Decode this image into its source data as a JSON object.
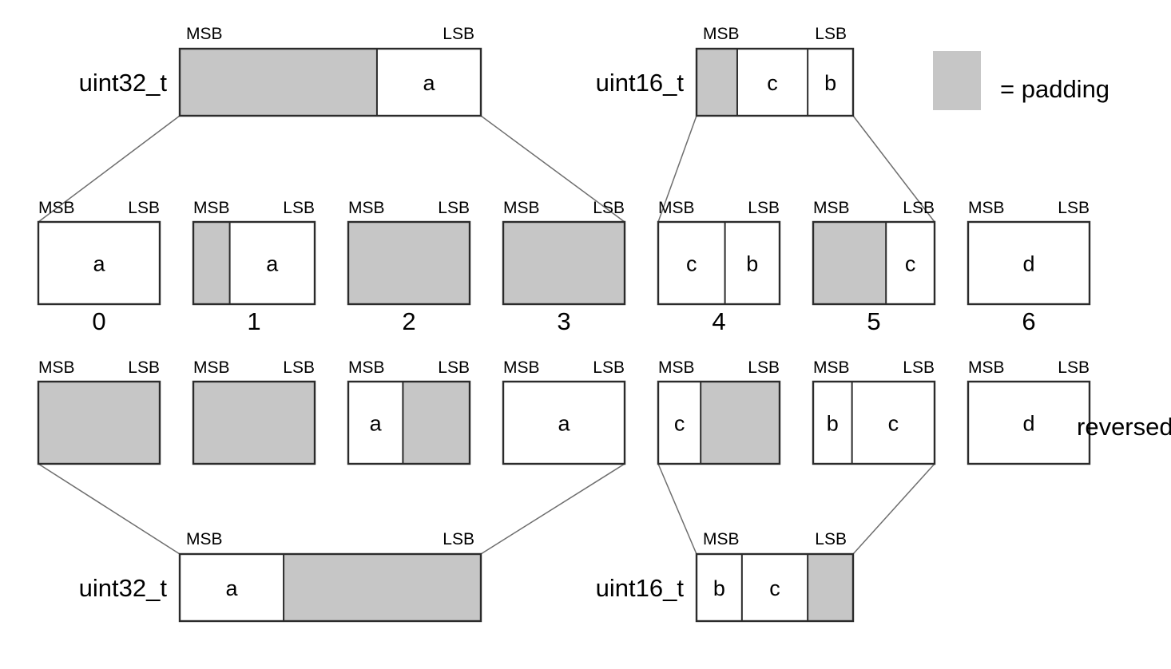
{
  "figure": {
    "title": "",
    "legend": {
      "swatch_color": "#c6c6c6",
      "label": "= padding"
    },
    "row_label_reversed": "reversed",
    "endian_marks": {
      "msb": "MSB",
      "lsb": "LSB"
    },
    "colors": {
      "padding": "#c6c6c6",
      "data": "#ffffff",
      "border": "#2b2b2b",
      "connector": "#6e6e6e"
    }
  },
  "top_words": [
    {
      "id": "top-uint32",
      "type_label": "uint32_t",
      "msb": "MSB",
      "lsb": "LSB",
      "fields": [
        {
          "label": "",
          "kind": "padding",
          "weight": 0.655
        },
        {
          "label": "a",
          "kind": "data",
          "weight": 0.345
        }
      ]
    },
    {
      "id": "top-uint16",
      "type_label": "uint16_t",
      "msb": "MSB",
      "lsb": "LSB",
      "fields": [
        {
          "label": "",
          "kind": "padding",
          "weight": 0.26
        },
        {
          "label": "c",
          "kind": "data",
          "weight": 0.45
        },
        {
          "label": "b",
          "kind": "data",
          "weight": 0.29
        }
      ]
    }
  ],
  "byte_row_normal": {
    "label": "",
    "bytes": [
      {
        "index": "0",
        "fields": [
          {
            "label": "a",
            "kind": "data",
            "weight": 1.0
          }
        ]
      },
      {
        "index": "1",
        "fields": [
          {
            "label": "",
            "kind": "padding",
            "weight": 0.3
          },
          {
            "label": "a",
            "kind": "data",
            "weight": 0.7
          }
        ]
      },
      {
        "index": "2",
        "fields": [
          {
            "label": "",
            "kind": "padding",
            "weight": 1.0
          }
        ]
      },
      {
        "index": "3",
        "fields": [
          {
            "label": "",
            "kind": "padding",
            "weight": 1.0
          }
        ]
      },
      {
        "index": "4",
        "fields": [
          {
            "label": "c",
            "kind": "data",
            "weight": 0.55
          },
          {
            "label": "b",
            "kind": "data",
            "weight": 0.45
          }
        ]
      },
      {
        "index": "5",
        "fields": [
          {
            "label": "",
            "kind": "padding",
            "weight": 0.6
          },
          {
            "label": "c",
            "kind": "data",
            "weight": 0.4
          }
        ]
      },
      {
        "index": "6",
        "fields": [
          {
            "label": "d",
            "kind": "data",
            "weight": 1.0
          }
        ]
      }
    ]
  },
  "byte_row_reversed": {
    "label": "reversed",
    "bytes": [
      {
        "index": "",
        "fields": [
          {
            "label": "",
            "kind": "padding",
            "weight": 1.0
          }
        ]
      },
      {
        "index": "",
        "fields": [
          {
            "label": "",
            "kind": "padding",
            "weight": 1.0
          }
        ]
      },
      {
        "index": "",
        "fields": [
          {
            "label": "a",
            "kind": "data",
            "weight": 0.45
          },
          {
            "label": "",
            "kind": "padding",
            "weight": 0.55
          }
        ]
      },
      {
        "index": "",
        "fields": [
          {
            "label": "a",
            "kind": "data",
            "weight": 1.0
          }
        ]
      },
      {
        "index": "",
        "fields": [
          {
            "label": "c",
            "kind": "data",
            "weight": 0.35
          },
          {
            "label": "",
            "kind": "padding",
            "weight": 0.65
          }
        ]
      },
      {
        "index": "",
        "fields": [
          {
            "label": "b",
            "kind": "data",
            "weight": 0.32
          },
          {
            "label": "c",
            "kind": "data",
            "weight": 0.68
          }
        ]
      },
      {
        "index": "",
        "fields": [
          {
            "label": "d",
            "kind": "data",
            "weight": 1.0
          }
        ]
      }
    ]
  },
  "bottom_words": [
    {
      "id": "bottom-uint32",
      "type_label": "uint32_t",
      "msb": "MSB",
      "lsb": "LSB",
      "fields": [
        {
          "label": "a",
          "kind": "data",
          "weight": 0.345
        },
        {
          "label": "",
          "kind": "padding",
          "weight": 0.655
        }
      ]
    },
    {
      "id": "bottom-uint16",
      "type_label": "uint16_t",
      "msb": "MSB",
      "lsb": "LSB",
      "fields": [
        {
          "label": "b",
          "kind": "data",
          "weight": 0.29
        },
        {
          "label": "c",
          "kind": "data",
          "weight": 0.42
        },
        {
          "label": "",
          "kind": "padding",
          "weight": 0.29
        }
      ]
    }
  ],
  "connectors": [
    {
      "from": "top-uint32-bottom-left",
      "to": "byte-0-top-left"
    },
    {
      "from": "top-uint32-bottom-right",
      "to": "byte-3-top-right"
    },
    {
      "from": "top-uint16-bottom-left",
      "to": "byte-4-top-left"
    },
    {
      "from": "top-uint16-bottom-right",
      "to": "byte-5-top-right"
    },
    {
      "from": "rev-0-bottom-left",
      "to": "bottom-uint32-top-left"
    },
    {
      "from": "rev-3-bottom-right",
      "to": "bottom-uint32-top-right"
    },
    {
      "from": "rev-4-bottom-left",
      "to": "bottom-uint16-top-left"
    },
    {
      "from": "rev-5-bottom-right",
      "to": "bottom-uint16-top-right"
    }
  ]
}
